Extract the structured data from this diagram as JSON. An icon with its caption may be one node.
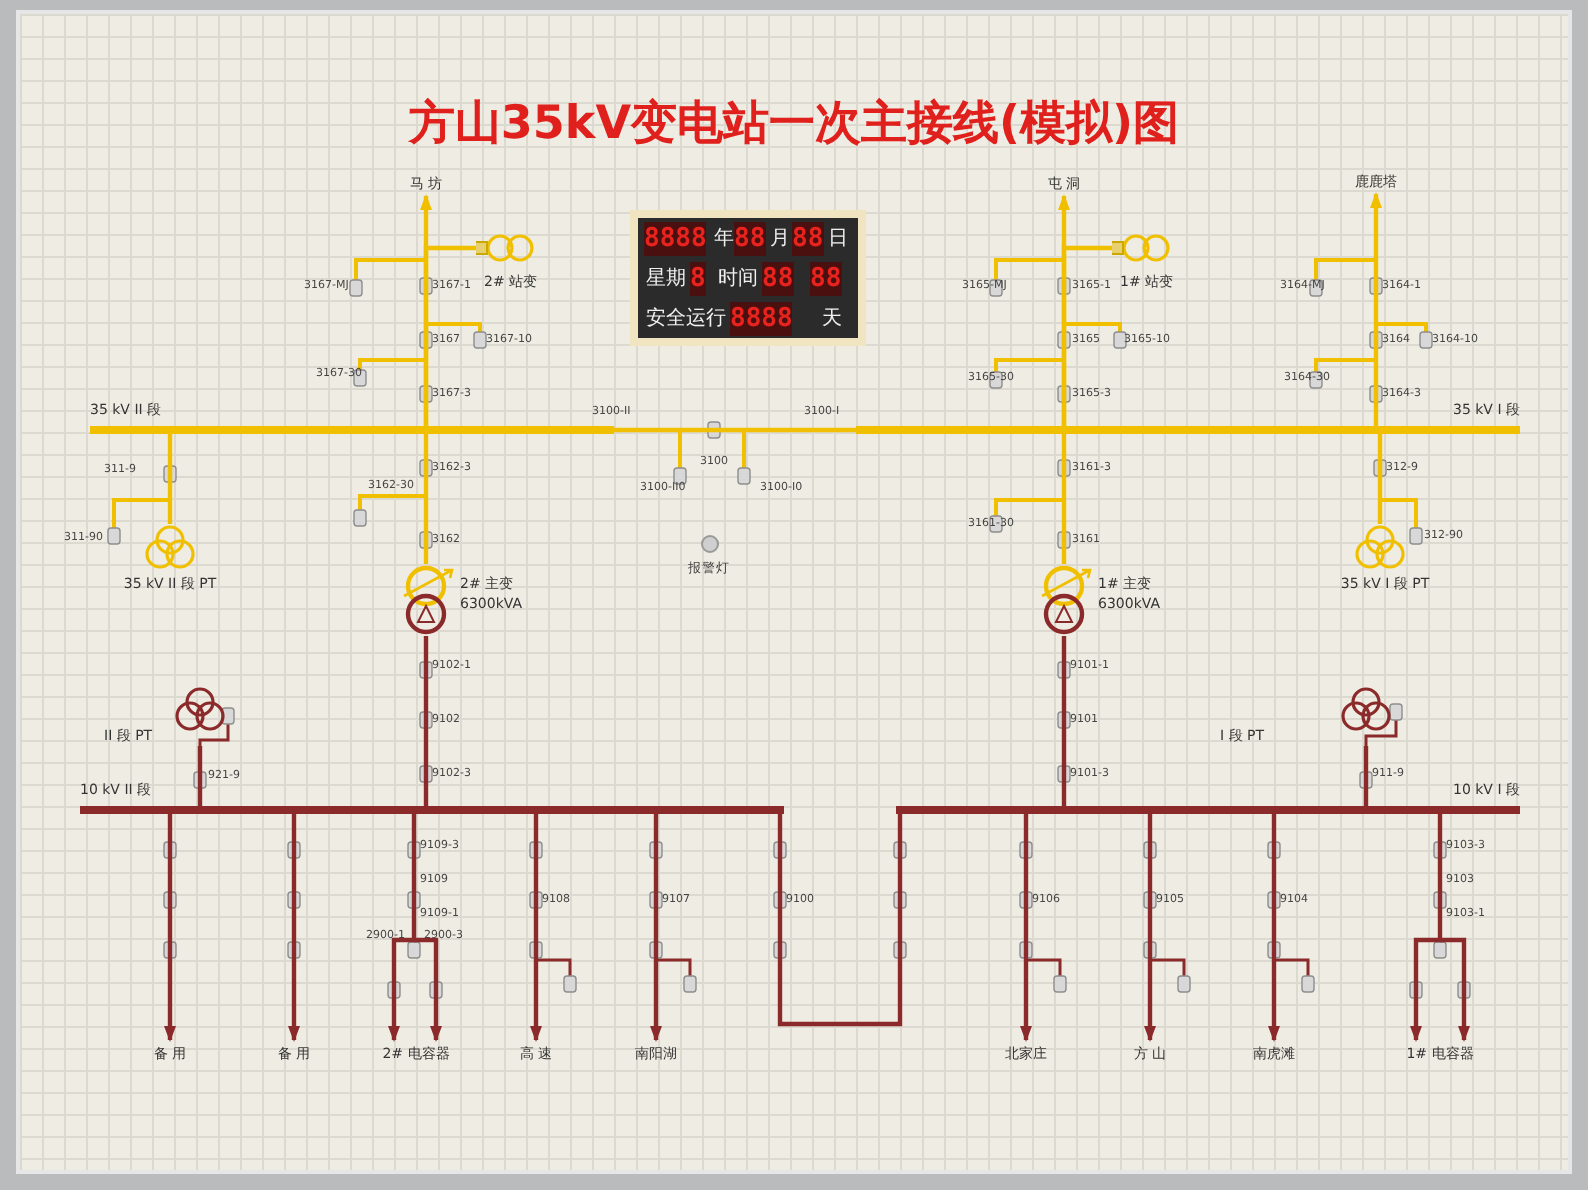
{
  "diagram": {
    "title": "方山35kV变电站一次主接线(模拟)图",
    "nodes": [
      {
        "text": [
          "马 坊"
        ]
      },
      {
        "text": [
          "2# 站变"
        ]
      },
      {
        "text": [
          "35 kV II 段"
        ]
      },
      {
        "text": [
          "35 kV II 段 PT"
        ]
      },
      {
        "text": [
          "2# 主变",
          "6300kVA"
        ]
      },
      {
        "text": [
          "10 kV II 段"
        ]
      },
      {
        "text": [
          "II 段 PT"
        ]
      },
      {
        "text": [
          "屯 洞"
        ]
      },
      {
        "text": [
          "1# 站变"
        ]
      },
      {
        "text": [
          "鹿鹿塔"
        ]
      },
      {
        "text": [
          "35 kV I 段"
        ]
      },
      {
        "text": [
          "35 kV I 段 PT"
        ]
      },
      {
        "text": [
          "1# 主变",
          "6300kVA"
        ]
      },
      {
        "text": [
          "10 kV I 段"
        ]
      },
      {
        "text": [
          "I 段 PT"
        ]
      },
      {
        "text": [
          "8888",
          "年",
          "88",
          "月",
          "88",
          "日",
          "星期",
          "8",
          "时间",
          "88",
          "88",
          "安全运行",
          "8888",
          "天"
        ]
      },
      {
        "text": [
          "备 用"
        ]
      },
      {
        "text": [
          "备 用"
        ]
      },
      {
        "text": [
          "2# 电容器"
        ]
      },
      {
        "text": [
          "高 速"
        ]
      },
      {
        "text": [
          "南阳湖"
        ]
      },
      {
        "text": [
          "北家庄"
        ]
      },
      {
        "text": [
          "方 山"
        ]
      },
      {
        "text": [
          "南虎滩"
        ]
      },
      {
        "text": [
          "1# 电容器"
        ]
      }
    ],
    "edges": [
      {
        "from": 2,
        "to": 0,
        "arrow": "to",
        "color": "#f0c000"
      },
      {
        "from": 2,
        "to": 1,
        "arrow": "none",
        "color": "#f0c000"
      },
      {
        "from": 2,
        "to": 3,
        "arrow": "none",
        "color": "#f0c000"
      },
      {
        "from": 2,
        "to": 4,
        "arrow": "none",
        "color": "#f0c000"
      },
      {
        "from": 4,
        "to": 5,
        "arrow": "none"
      },
      {
        "from": 5,
        "to": 6,
        "arrow": "none"
      },
      {
        "from": 10,
        "to": 7,
        "arrow": "to",
        "color": "#f0c000"
      },
      {
        "from": 10,
        "to": 8,
        "arrow": "none",
        "color": "#f0c000"
      },
      {
        "from": 10,
        "to": 9,
        "arrow": "to",
        "color": "#f0c000"
      },
      {
        "from": 10,
        "to": 11,
        "arrow": "none",
        "color": "#f0c000"
      },
      {
        "from": 10,
        "to": 12,
        "arrow": "none",
        "color": "#f0c000"
      },
      {
        "from": 12,
        "to": 13,
        "arrow": "none"
      },
      {
        "from": 13,
        "to": 14,
        "arrow": "none"
      },
      {
        "from": 2,
        "to": 10,
        "arrow": "none",
        "label": "3100",
        "color": "#f0c000"
      },
      {
        "from": 5,
        "to": 13,
        "arrow": "none"
      },
      {
        "from": 5,
        "to": 16,
        "arrow": "to"
      },
      {
        "from": 5,
        "to": 17,
        "arrow": "to"
      },
      {
        "from": 5,
        "to": 18,
        "arrow": "to"
      },
      {
        "from": 5,
        "to": 19,
        "arrow": "to"
      },
      {
        "from": 5,
        "to": 20,
        "arrow": "to"
      },
      {
        "from": 13,
        "to": 21,
        "arrow": "to"
      },
      {
        "from": 13,
        "to": 22,
        "arrow": "to"
      },
      {
        "from": 13,
        "to": 23,
        "arrow": "to"
      },
      {
        "from": 13,
        "to": 24,
        "arrow": "to"
      }
    ],
    "labels": [
      "3167-MJ",
      "3167-1",
      "3167",
      "3167-10",
      "3167-30",
      "3167-3",
      "3162-3",
      "3162-30",
      "3162",
      "311-9",
      "311-90",
      "3100-II",
      "3100-II0",
      "3100-I0",
      "3100-I",
      "3165-MJ",
      "3165-1",
      "3165",
      "3165-10",
      "3165-30",
      "3165-3",
      "3161-3",
      "3161-30",
      "3161",
      "3164-MJ",
      "3164-1",
      "3164",
      "3164-10",
      "3164-30",
      "3164-3",
      "312-9",
      "312-90",
      "9102-1",
      "9102",
      "921-9",
      "9102-3",
      "9109-3",
      "9109",
      "9109-1",
      "2900-1",
      "2900-3",
      "9108",
      "9107",
      "9100",
      "9101-1",
      "9101",
      "9101-3",
      "911-9",
      "9106",
      "9105",
      "9104",
      "9103-3",
      "9103",
      "9103-1",
      "报警灯"
    ]
  }
}
